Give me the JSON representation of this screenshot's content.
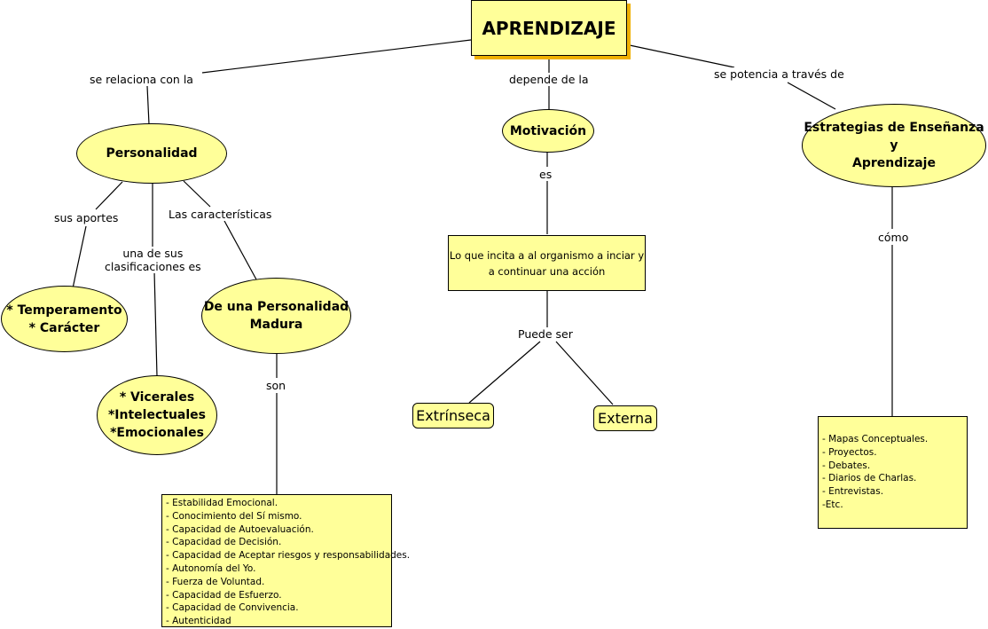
{
  "nodes": {
    "aprendizaje": "APRENDIZAJE",
    "personalidad": "Personalidad",
    "motivacion": "Motivación",
    "estrategias": [
      "Estrategias de Enseñanza y",
      "Aprendizaje"
    ],
    "temperamento": [
      "* Temperamento",
      "* Carácter"
    ],
    "personalidad_madura": [
      "De una Personalidad",
      "Madura"
    ],
    "vicerales": [
      "* Vicerales",
      "*Intelectuales",
      "*Emocionales"
    ],
    "incita": [
      "Lo que incita a al organismo a inciar y",
      "a continuar una acción"
    ],
    "extrinseca": "Extrínseca",
    "externa": "Externa"
  },
  "labels": {
    "se_relaciona": "se relaciona  con la",
    "depende": "depende de la",
    "se_potencia": "se potencia a través de",
    "sus_aportes": "sus aportes",
    "una_de_sus": [
      "una de sus",
      "clasificaciones es"
    ],
    "las_caracteristicas": "Las características",
    "es": "es",
    "puede_ser": "Puede ser",
    "como": "cómo",
    "son": "son"
  },
  "lists": {
    "caracteristicas": [
      "- Estabilidad Emocional.",
      "- Conocimiento del Sí mismo.",
      "- Capacidad de Autoevaluación.",
      "- Capacidad de Decisión.",
      "- Capacidad de Aceptar riesgos y responsabilidades.",
      "- Autonomía del Yo.",
      "- Fuerza de Voluntad.",
      "- Capacidad de Esfuerzo.",
      "- Capacidad de Convivencia.",
      "- Autenticidad"
    ],
    "estrategias": [
      "- Mapas Conceptuales.",
      "- Proyectos.",
      "- Debates.",
      "- Diarios de Charlas.",
      "- Entrevistas.",
      "-Etc."
    ]
  },
  "colors": {
    "fill": "#ffff99",
    "shadow": "#f0b000",
    "line": "#000000"
  }
}
